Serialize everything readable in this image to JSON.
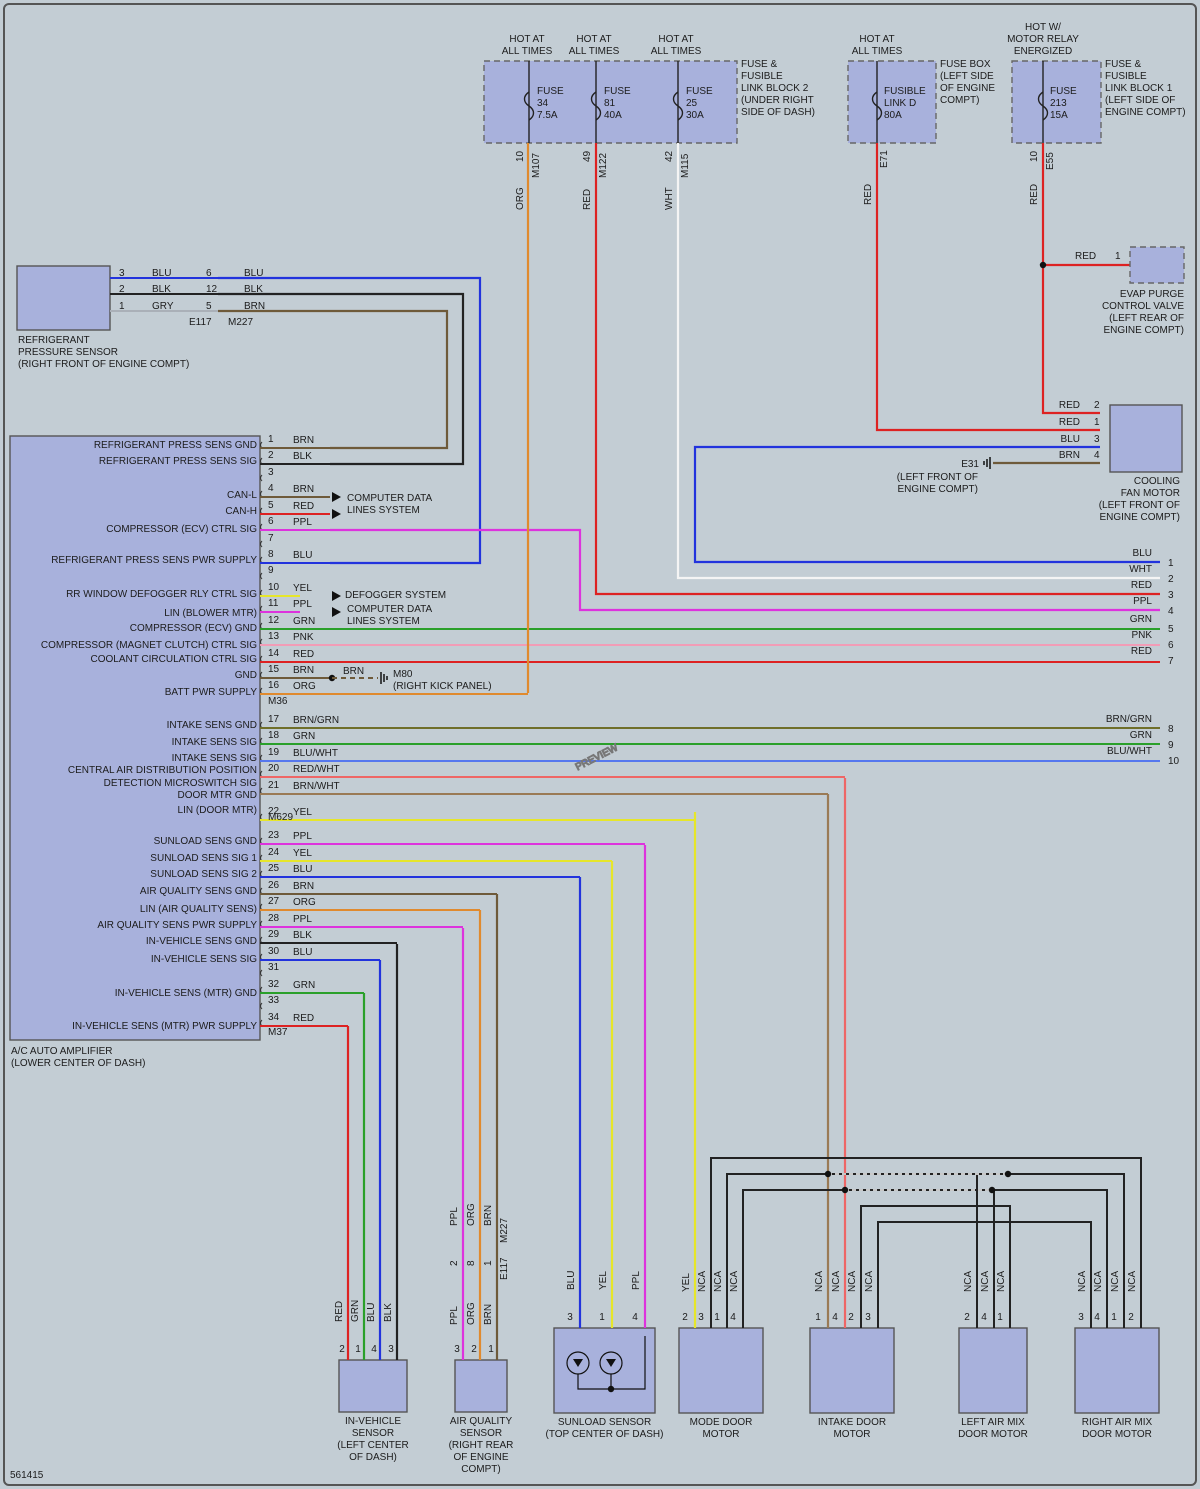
{
  "colors": {
    "background": "#c3cdd4",
    "component_fill": "#a8b1dc",
    "BLU": "#2233dd",
    "BLK": "#222222",
    "GRY": "#aab0b8",
    "BRN": "#6e5a3a",
    "ORG": "#e08a2e",
    "RED": "#dd2222",
    "PPL": "#dd33dd",
    "YEL": "#e6e62a",
    "WHT": "#f4f4f4",
    "GRN": "#2aa02a",
    "PNK": "#f29cb6",
    "BRN/GRN": "#6f6f2a",
    "BLU/WHT": "#5577ee",
    "RED/WHT": "#ee6666",
    "BRN/WHT": "#9a7a55"
  },
  "fuses": {
    "hot_at_all_times": "HOT AT\nALL TIMES",
    "hot_motor_relay": "HOT W/\nMOTOR RELAY\nENERGIZED",
    "block2_items": [
      {
        "label": "FUSE\n34\n7.5A",
        "pin": "10",
        "connector": "M107",
        "wire": "ORG"
      },
      {
        "label": "FUSE\n81\n40A",
        "pin": "49",
        "connector": "M122",
        "wire": "RED"
      },
      {
        "label": "FUSE\n25\n30A",
        "pin": "42",
        "connector": "M115",
        "wire": "WHT"
      }
    ],
    "block2_desc": "FUSE &\nFUSIBLE\nLINK BLOCK 2\n(UNDER RIGHT\nSIDE OF DASH)",
    "fusebox_item": {
      "label": "FUSIBLE\nLINK D\n80A",
      "connector": "E71",
      "wire": "RED"
    },
    "fusebox_desc": "FUSE BOX\n(LEFT SIDE\nOF ENGINE\nCOMPT)",
    "block1_item": {
      "label": "FUSE\n213\n15A",
      "pin": "10",
      "connector": "E55",
      "wire": "RED"
    },
    "block1_desc": "FUSE &\nFUSIBLE\nLINK BLOCK 1\n(LEFT SIDE OF\nENGINE COMPT)"
  },
  "refrigerant_sensor": {
    "label": "REFRIGERANT\nPRESSURE SENSOR\n(RIGHT FRONT OF ENGINE COMPT)",
    "pins": [
      {
        "pin": "3",
        "color": "BLU",
        "far_pin": "6",
        "far_color": "BLU"
      },
      {
        "pin": "2",
        "color": "BLK",
        "far_pin": "12",
        "far_color": "BLK"
      },
      {
        "pin": "1",
        "color": "GRY",
        "far_pin": "5",
        "far_color": "BRN"
      }
    ],
    "conn_a": "E117",
    "conn_b": "M227"
  },
  "evap": {
    "wire": "RED",
    "pin": "1",
    "label": "EVAP PURGE\nCONTROL VALVE\n(LEFT REAR OF\nENGINE COMPT)"
  },
  "cooling_fan": {
    "label": "COOLING\nFAN MOTOR\n(LEFT FRONT OF\nENGINE COMPT)",
    "pins": [
      {
        "pin": "2",
        "color": "RED"
      },
      {
        "pin": "1",
        "color": "RED"
      },
      {
        "pin": "3",
        "color": "BLU"
      },
      {
        "pin": "4",
        "color": "BRN"
      }
    ],
    "ground": "E31",
    "ground_desc": "(LEFT FRONT OF\nENGINE COMPT)"
  },
  "amplifier": {
    "label": "A/C AUTO AMPLIFIER\n(LOWER CENTER OF DASH)",
    "conn_m36": "M36",
    "conn_m629": "M629",
    "conn_m37": "M37",
    "pins": [
      {
        "pin": "1",
        "name": "REFRIGERANT PRESS SENS GND",
        "color": "BRN"
      },
      {
        "pin": "2",
        "name": "REFRIGERANT PRESS SENS SIG",
        "color": "BLK"
      },
      {
        "pin": "3",
        "name": "",
        "color": ""
      },
      {
        "pin": "4",
        "name": "CAN-L",
        "color": "BRN"
      },
      {
        "pin": "5",
        "name": "CAN-H",
        "color": "RED"
      },
      {
        "pin": "6",
        "name": "COMPRESSOR (ECV) CTRL SIG",
        "color": "PPL"
      },
      {
        "pin": "7",
        "name": "",
        "color": ""
      },
      {
        "pin": "8",
        "name": "REFRIGERANT PRESS SENS PWR SUPPLY",
        "color": "BLU"
      },
      {
        "pin": "9",
        "name": "",
        "color": ""
      },
      {
        "pin": "10",
        "name": "RR WINDOW DEFOGGER RLY CTRL SIG",
        "color": "YEL"
      },
      {
        "pin": "11",
        "name": "LIN (BLOWER MTR)",
        "color": "PPL"
      },
      {
        "pin": "12",
        "name": "COMPRESSOR (ECV) GND",
        "color": "GRN"
      },
      {
        "pin": "13",
        "name": "COMPRESSOR (MAGNET CLUTCH) CTRL SIG",
        "color": "PNK"
      },
      {
        "pin": "14",
        "name": "COOLANT CIRCULATION CTRL SIG",
        "color": "RED"
      },
      {
        "pin": "15",
        "name": "GND",
        "color": "BRN"
      },
      {
        "pin": "16",
        "name": "BATT PWR SUPPLY",
        "color": "ORG"
      },
      {
        "pin": "17",
        "name": "INTAKE SENS GND",
        "color": "BRN/GRN"
      },
      {
        "pin": "18",
        "name": "INTAKE SENS SIG",
        "color": "GRN"
      },
      {
        "pin": "19",
        "name": "INTAKE SENS SIG",
        "color": "BLU/WHT"
      },
      {
        "pin": "20",
        "name": "CENTRAL AIR DISTRIBUTION POSITION",
        "color": "RED/WHT"
      },
      {
        "pin": "21",
        "name": "DETECTION MICROSWITCH SIG",
        "color": "BRN/WHT"
      },
      {
        "pin": "",
        "name": "DOOR MTR GND",
        "color": ""
      },
      {
        "pin": "22",
        "name": "LIN (DOOR MTR)",
        "color": "YEL"
      },
      {
        "pin": "23",
        "name": "SUNLOAD SENS GND",
        "color": "PPL"
      },
      {
        "pin": "24",
        "name": "SUNLOAD SENS SIG 1",
        "color": "YEL"
      },
      {
        "pin": "25",
        "name": "SUNLOAD SENS SIG 2",
        "color": "BLU"
      },
      {
        "pin": "26",
        "name": "AIR QUALITY SENS GND",
        "color": "BRN"
      },
      {
        "pin": "27",
        "name": "LIN (AIR QUALITY SENS)",
        "color": "ORG"
      },
      {
        "pin": "28",
        "name": "AIR QUALITY SENS PWR SUPPLY",
        "color": "PPL"
      },
      {
        "pin": "29",
        "name": "IN-VEHICLE SENS GND",
        "color": "BLK"
      },
      {
        "pin": "30",
        "name": "IN-VEHICLE SENS SIG",
        "color": "BLU"
      },
      {
        "pin": "31",
        "name": "",
        "color": ""
      },
      {
        "pin": "32",
        "name": "IN-VEHICLE SENS (MTR) GND",
        "color": "GRN"
      },
      {
        "pin": "33",
        "name": "",
        "color": ""
      },
      {
        "pin": "34",
        "name": "IN-VEHICLE SENS (MTR) PWR SUPPLY",
        "color": "RED"
      }
    ]
  },
  "computer_data": "COMPUTER DATA\nLINES SYSTEM",
  "defogger": "DEFOGGER SYSTEM",
  "ground_m80": {
    "wire": "BRN",
    "id": "M80",
    "desc": "(RIGHT KICK PANEL)"
  },
  "right_edge": [
    {
      "color": "BLU",
      "num": "1"
    },
    {
      "color": "WHT",
      "num": "2"
    },
    {
      "color": "RED",
      "num": "3"
    },
    {
      "color": "PPL",
      "num": "4"
    },
    {
      "color": "GRN",
      "num": "5"
    },
    {
      "color": "PNK",
      "num": "6"
    },
    {
      "color": "RED",
      "num": "7"
    },
    {
      "color": "BRN/GRN",
      "num": "8"
    },
    {
      "color": "GRN",
      "num": "9"
    },
    {
      "color": "BLU/WHT",
      "num": "10"
    }
  ],
  "bottom": {
    "invehicle": {
      "label": "IN-VEHICLE\nSENSOR\n(LEFT CENTER\nOF DASH)",
      "wires": [
        {
          "c": "RED",
          "p": "2"
        },
        {
          "c": "GRN",
          "p": "1"
        },
        {
          "c": "BLU",
          "p": "4"
        },
        {
          "c": "BLK",
          "p": "3"
        }
      ]
    },
    "airquality": {
      "label": "AIR QUALITY\nSENSOR\n(RIGHT REAR\nOF ENGINE\nCOMPT)",
      "upper": [
        {
          "c": "PPL",
          "p": "2"
        },
        {
          "c": "ORG",
          "p": "8"
        },
        {
          "c": "BRN",
          "p": "1"
        }
      ],
      "lower": [
        {
          "c": "PPL",
          "p": "3"
        },
        {
          "c": "ORG",
          "p": "2"
        },
        {
          "c": "BRN",
          "p": "1"
        }
      ],
      "conn_a": "E117",
      "conn_b": "M227"
    },
    "sunload": {
      "label": "SUNLOAD SENSOR\n(TOP CENTER OF DASH)",
      "wires": [
        {
          "c": "BLU",
          "p": "3"
        },
        {
          "c": "YEL",
          "p": "1"
        },
        {
          "c": "PPL",
          "p": "4"
        }
      ]
    },
    "mode": {
      "label": "MODE DOOR\nMOTOR",
      "wires": [
        {
          "c": "YEL",
          "p": "2"
        },
        {
          "c": "NCA",
          "p": "3"
        },
        {
          "c": "NCA",
          "p": "1"
        },
        {
          "c": "NCA",
          "p": "4"
        }
      ]
    },
    "intake": {
      "label": "INTAKE DOOR\nMOTOR",
      "wires": [
        {
          "c": "NCA",
          "p": "1"
        },
        {
          "c": "NCA",
          "p": "4"
        },
        {
          "c": "NCA",
          "p": "2"
        },
        {
          "c": "NCA",
          "p": "3"
        }
      ]
    },
    "leftmix": {
      "label": "LEFT AIR MIX\nDOOR MOTOR",
      "wires": [
        {
          "c": "NCA",
          "p": "2"
        },
        {
          "c": "NCA",
          "p": "4"
        },
        {
          "c": "NCA",
          "p": "1"
        }
      ]
    },
    "rightmix": {
      "label": "RIGHT AIR MIX\nDOOR MOTOR",
      "wires": [
        {
          "c": "NCA",
          "p": "3"
        },
        {
          "c": "NCA",
          "p": "4"
        },
        {
          "c": "NCA",
          "p": "1"
        },
        {
          "c": "NCA",
          "p": "2"
        }
      ]
    }
  },
  "watermark": "PREVIEW",
  "diagram_id": "561415"
}
